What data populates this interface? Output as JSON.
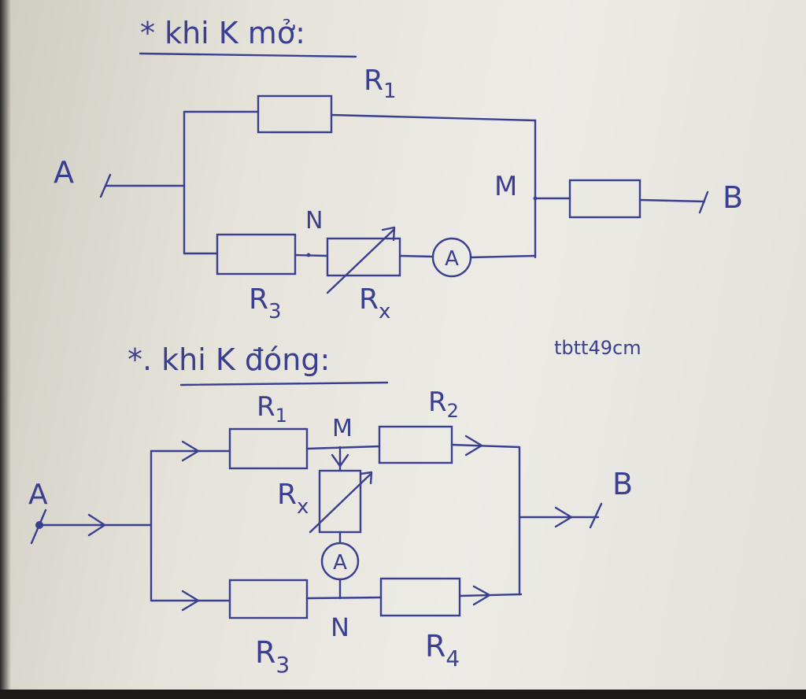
{
  "diagram": {
    "open_heading": "* khi K mở:",
    "closed_heading": "*. khi K đóng:",
    "watermark": "tbtt49cm",
    "open_circuit": {
      "node_a": "A",
      "node_b": "B",
      "node_m": "M",
      "node_n": "N",
      "r1": "R",
      "r1_sub": "1",
      "r3": "R",
      "r3_sub": "3",
      "rx": "R",
      "rx_sub": "x",
      "ammeter": "A"
    },
    "closed_circuit": {
      "node_a": "A",
      "node_b": "B",
      "node_m": "M",
      "node_n": "N",
      "r1": "R",
      "r1_sub": "1",
      "r2": "R",
      "r2_sub": "2",
      "r3": "R",
      "r3_sub": "3",
      "r4": "R",
      "r4_sub": "4",
      "rx": "R",
      "rx_sub": "x",
      "ammeter": "A"
    }
  }
}
